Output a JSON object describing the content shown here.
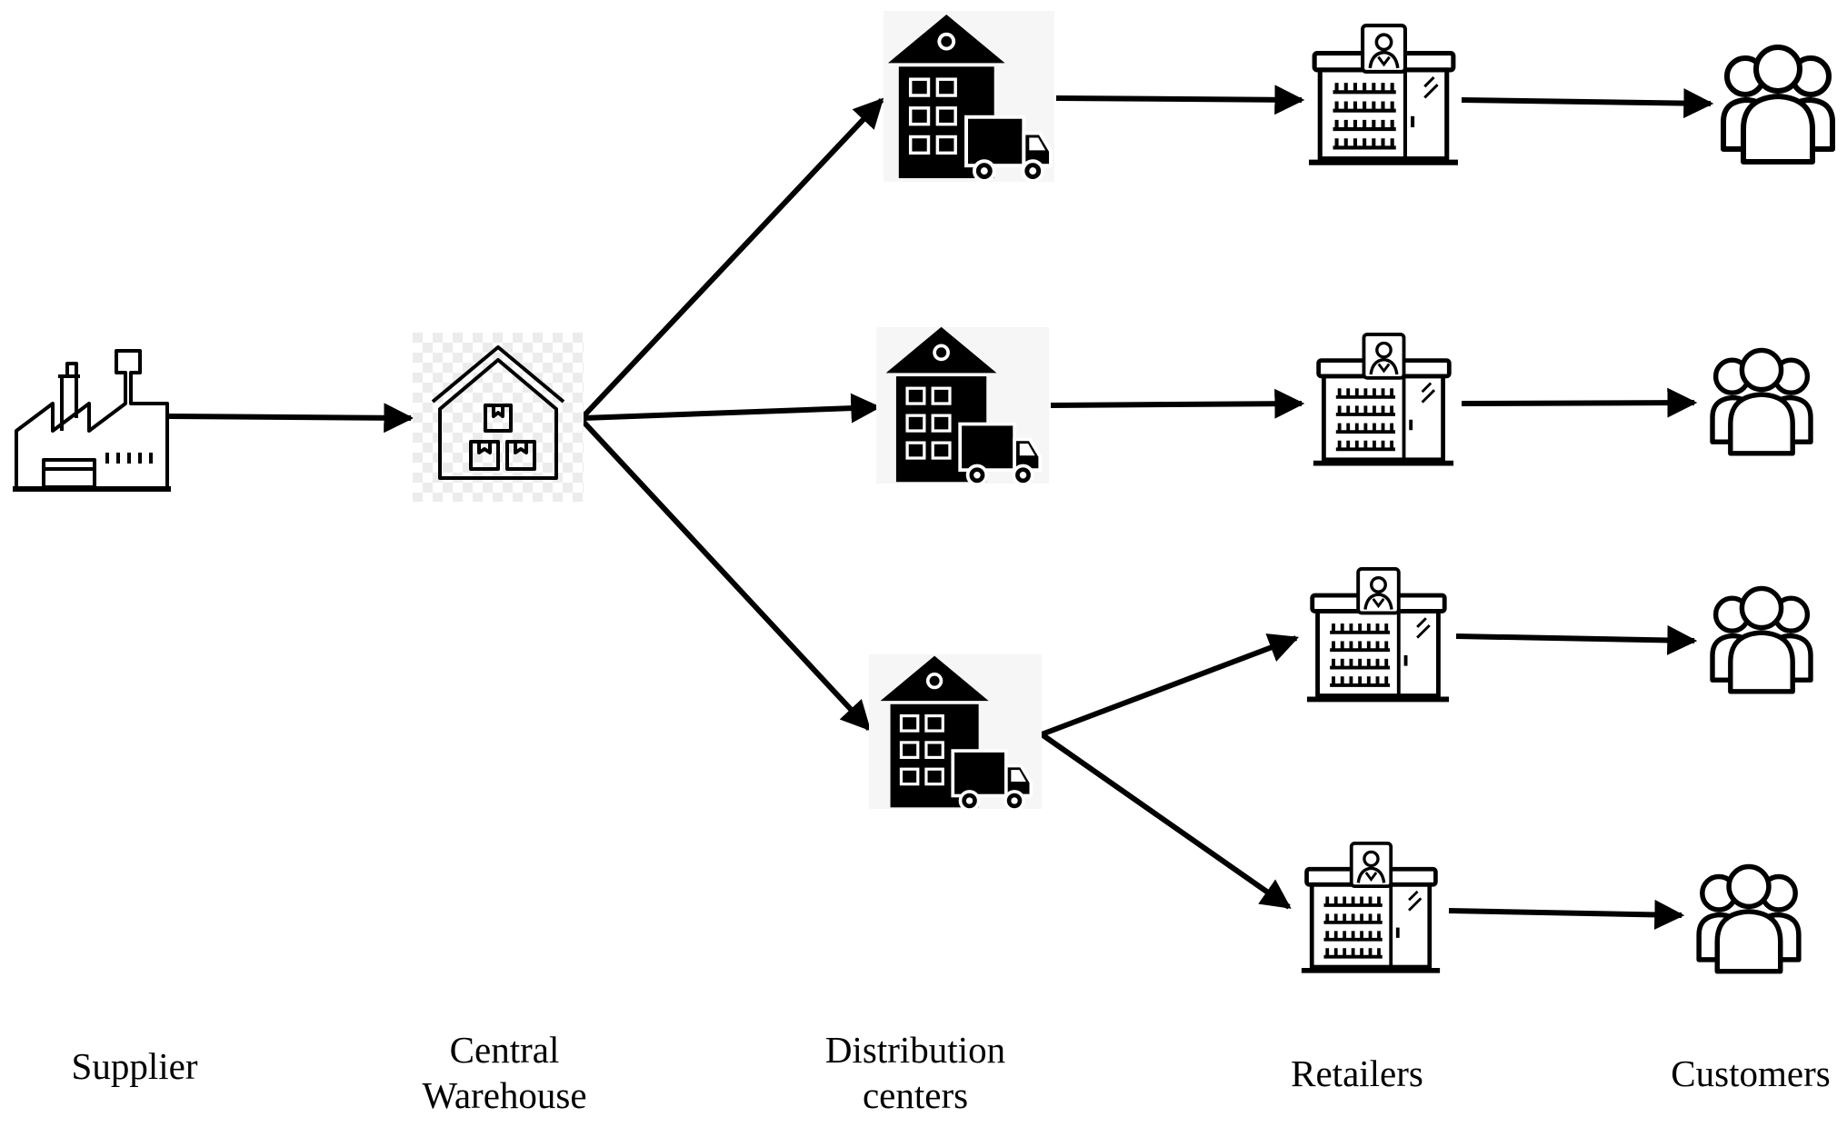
{
  "stages": {
    "supplier": {
      "label": "Supplier",
      "icon": "factory-icon"
    },
    "central_warehouse": {
      "label_lines": [
        "Central",
        "Warehouse"
      ],
      "icon": "warehouse-house-icon"
    },
    "distribution_centers": {
      "label_lines": [
        "Distribution",
        "centers"
      ],
      "icon": "distribution-building-truck-icon",
      "count": 3
    },
    "retailers": {
      "label": "Retailers",
      "icon": "storefront-shopkeeper-icon",
      "count": 4
    },
    "customers": {
      "label": "Customers",
      "icon": "people-group-icon",
      "count": 4
    }
  },
  "flows": [
    {
      "from": "Supplier",
      "to": "Central Warehouse"
    },
    {
      "from": "Central Warehouse",
      "to": "Distribution center 1"
    },
    {
      "from": "Central Warehouse",
      "to": "Distribution center 2"
    },
    {
      "from": "Central Warehouse",
      "to": "Distribution center 3"
    },
    {
      "from": "Distribution center 1",
      "to": "Retailer 1"
    },
    {
      "from": "Distribution center 2",
      "to": "Retailer 2"
    },
    {
      "from": "Distribution center 3",
      "to": "Retailer 3"
    },
    {
      "from": "Distribution center 3",
      "to": "Retailer 4"
    },
    {
      "from": "Retailer 1",
      "to": "Customers 1"
    },
    {
      "from": "Retailer 2",
      "to": "Customers 2"
    },
    {
      "from": "Retailer 3",
      "to": "Customers 3"
    },
    {
      "from": "Retailer 4",
      "to": "Customers 4"
    }
  ],
  "colors": {
    "ink": "#000000",
    "background": "#ffffff",
    "checker": "#e9e9e9"
  }
}
